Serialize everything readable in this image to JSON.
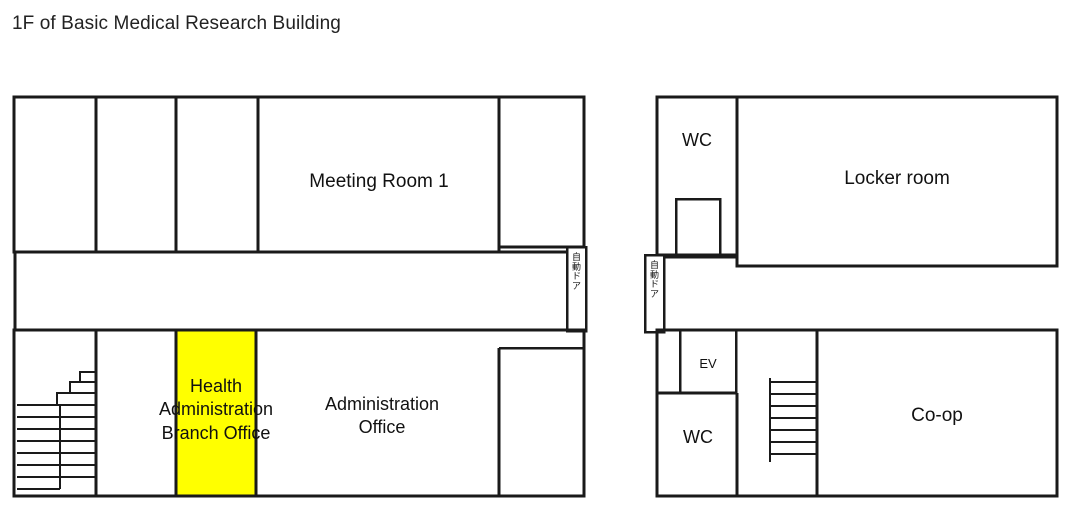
{
  "page": {
    "title": "1F of Basic Medical Research Building",
    "background_color": "#FFFFFF",
    "wall_color": "#1A1A1A",
    "highlight_color": "#FFFF00"
  },
  "left_building": {
    "name": "left-wing",
    "rooms": [
      {
        "id": "meeting-room-1",
        "label": "Meeting Room 1",
        "highlighted": false
      },
      {
        "id": "health-administration-branch-office",
        "label": "Health Administration Branch Office",
        "highlighted": true
      },
      {
        "id": "administration-office",
        "label": "Administration Office",
        "highlighted": false
      }
    ],
    "doors": [
      {
        "id": "automatic-door-left",
        "label": "自動ドア",
        "chars": [
          "自",
          "動",
          "ド",
          "ア"
        ]
      }
    ],
    "features": [
      {
        "id": "stairs-left-wing",
        "label": ""
      }
    ]
  },
  "right_building": {
    "name": "right-wing",
    "rooms": [
      {
        "id": "wc-upper",
        "label": "WC",
        "highlighted": false
      },
      {
        "id": "locker-room",
        "label": "Locker room",
        "highlighted": false
      },
      {
        "id": "elevator",
        "label": "EV",
        "highlighted": false
      },
      {
        "id": "wc-lower",
        "label": "WC",
        "highlighted": false
      },
      {
        "id": "co-op",
        "label": "Co-op",
        "highlighted": false
      }
    ],
    "doors": [
      {
        "id": "automatic-door-right",
        "label": "自動ドア",
        "chars": [
          "自",
          "動",
          "ド",
          "ア"
        ]
      }
    ],
    "features": [
      {
        "id": "stairs-right-wing",
        "label": ""
      }
    ]
  }
}
